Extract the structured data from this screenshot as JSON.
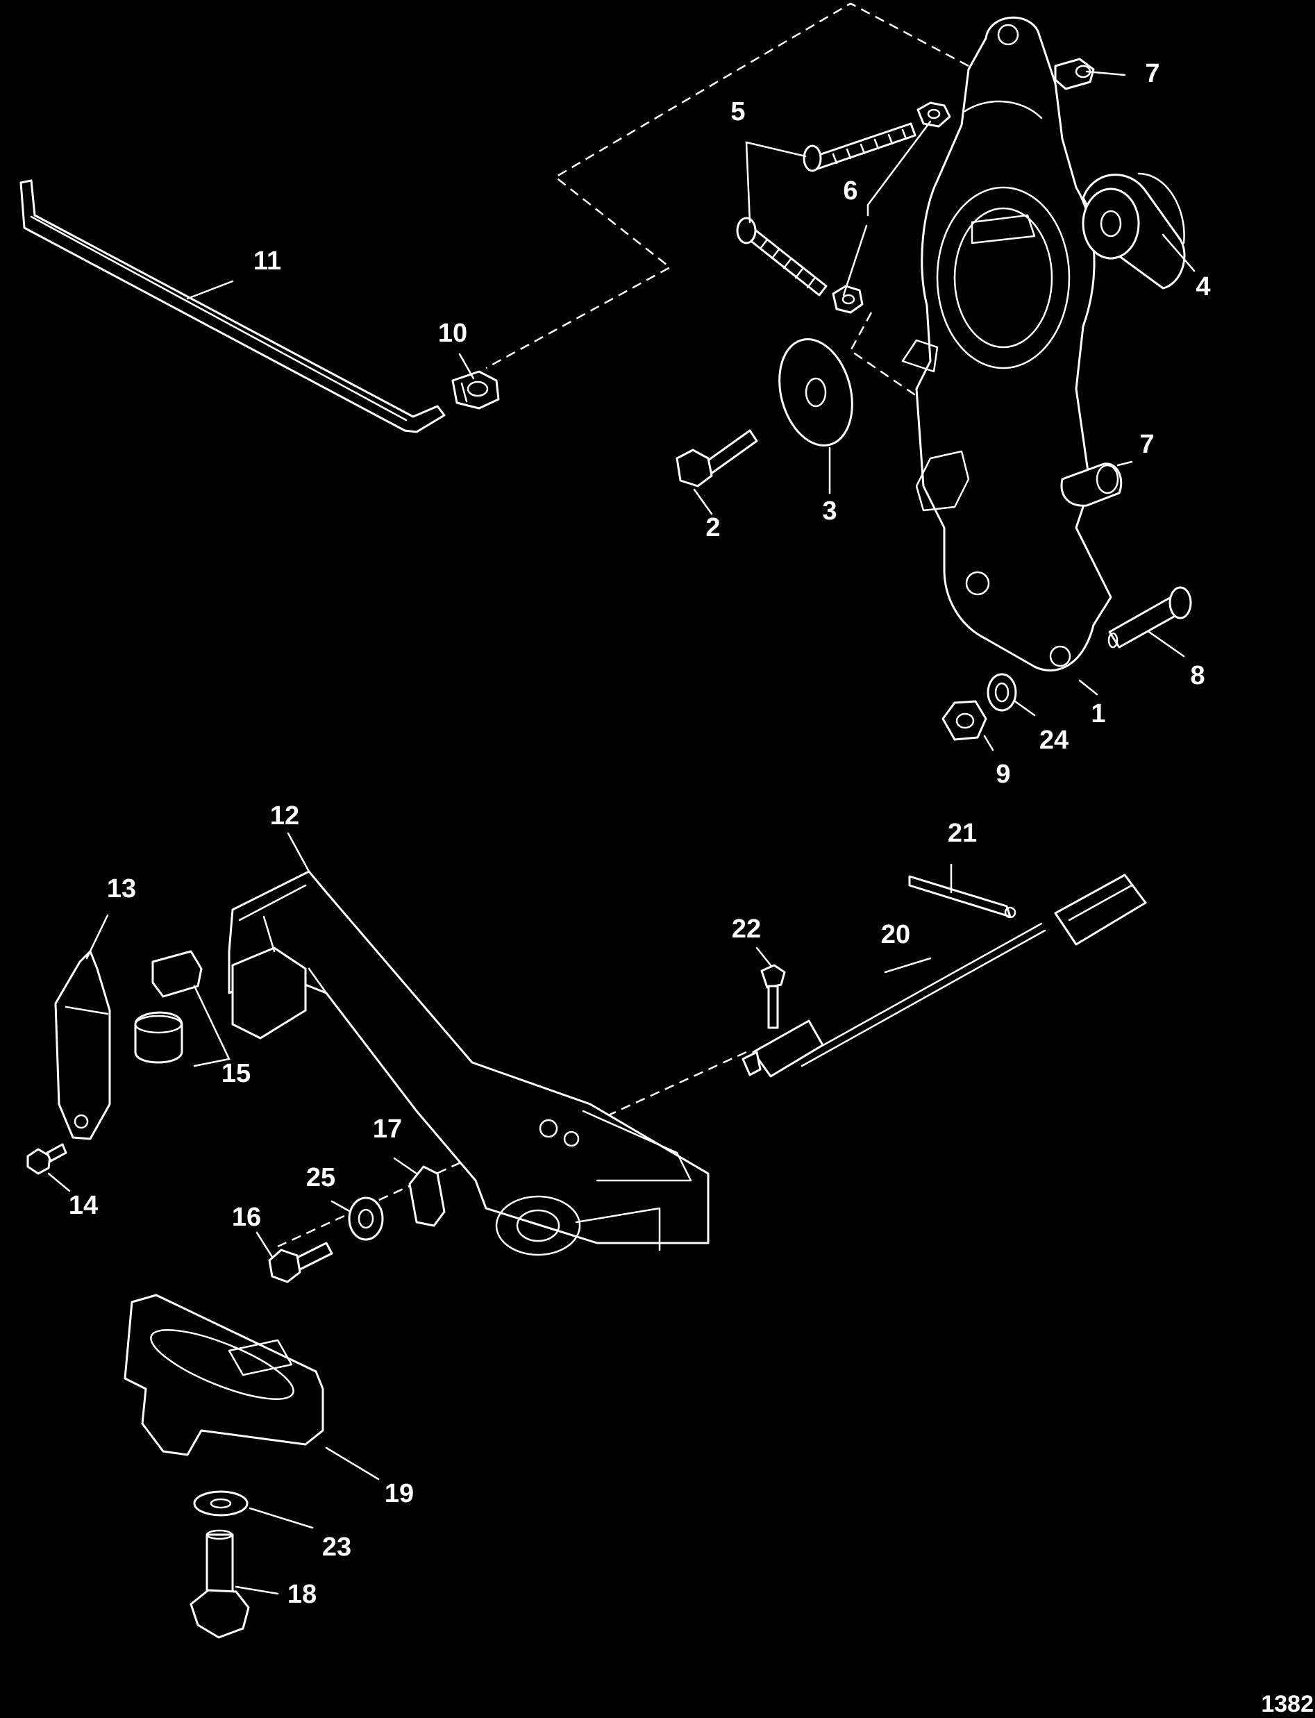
{
  "figure_reference": "1382",
  "callouts": {
    "c1": "1",
    "c2": "2",
    "c3": "3",
    "c4": "4",
    "c5": "5",
    "c6": "6",
    "c7a": "7",
    "c7b": "7",
    "c8": "8",
    "c9": "9",
    "c10": "10",
    "c11": "11",
    "c12": "12",
    "c13": "13",
    "c14": "14",
    "c15": "15",
    "c16": "16",
    "c17": "17",
    "c18": "18",
    "c19": "19",
    "c20": "20",
    "c21": "21",
    "c22": "22",
    "c23": "23",
    "c24": "24",
    "c25": "25"
  },
  "colors": {
    "background": "#000000",
    "linework": "#ffffff"
  }
}
